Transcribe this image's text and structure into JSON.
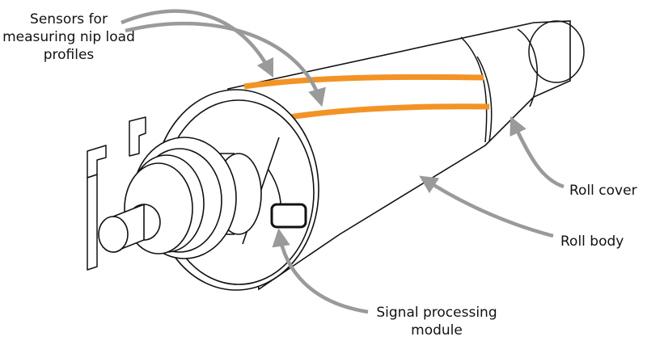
{
  "labels": {
    "sensors": [
      "Sensors for",
      "measuring nip load",
      "profiles"
    ],
    "roll_cover": "Roll cover",
    "roll_body": "Roll body",
    "signal_module": [
      "Signal processing",
      "module"
    ]
  },
  "colors": {
    "outline": "#111111",
    "sensor_stripe": "#f39325",
    "arrow": "#9a9a9a",
    "background": "#ffffff"
  }
}
